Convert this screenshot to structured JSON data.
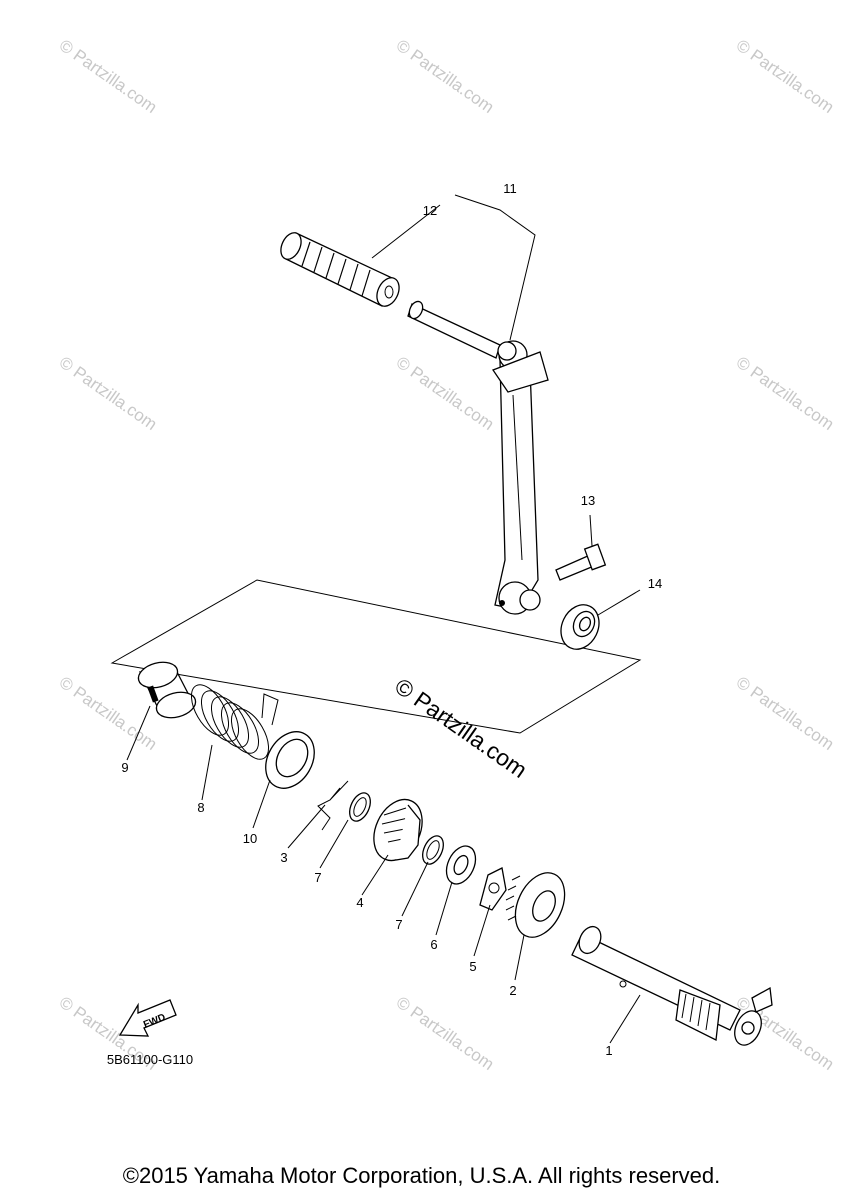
{
  "watermark_text": "© Partzilla.com",
  "center_watermark": "© Partzilla.com",
  "fwd_label": "FWD",
  "diagram_code": "5B61100-G110",
  "copyright": "©2015 Yamaha Motor Corporation, U.S.A. All rights reserved.",
  "callouts": {
    "c1": "1",
    "c2": "2",
    "c3": "3",
    "c4": "4",
    "c5": "5",
    "c6": "6",
    "c7a": "7",
    "c7b": "7",
    "c8": "8",
    "c9": "9",
    "c10": "10",
    "c11": "11",
    "c12": "12",
    "c13": "13",
    "c14": "14"
  }
}
